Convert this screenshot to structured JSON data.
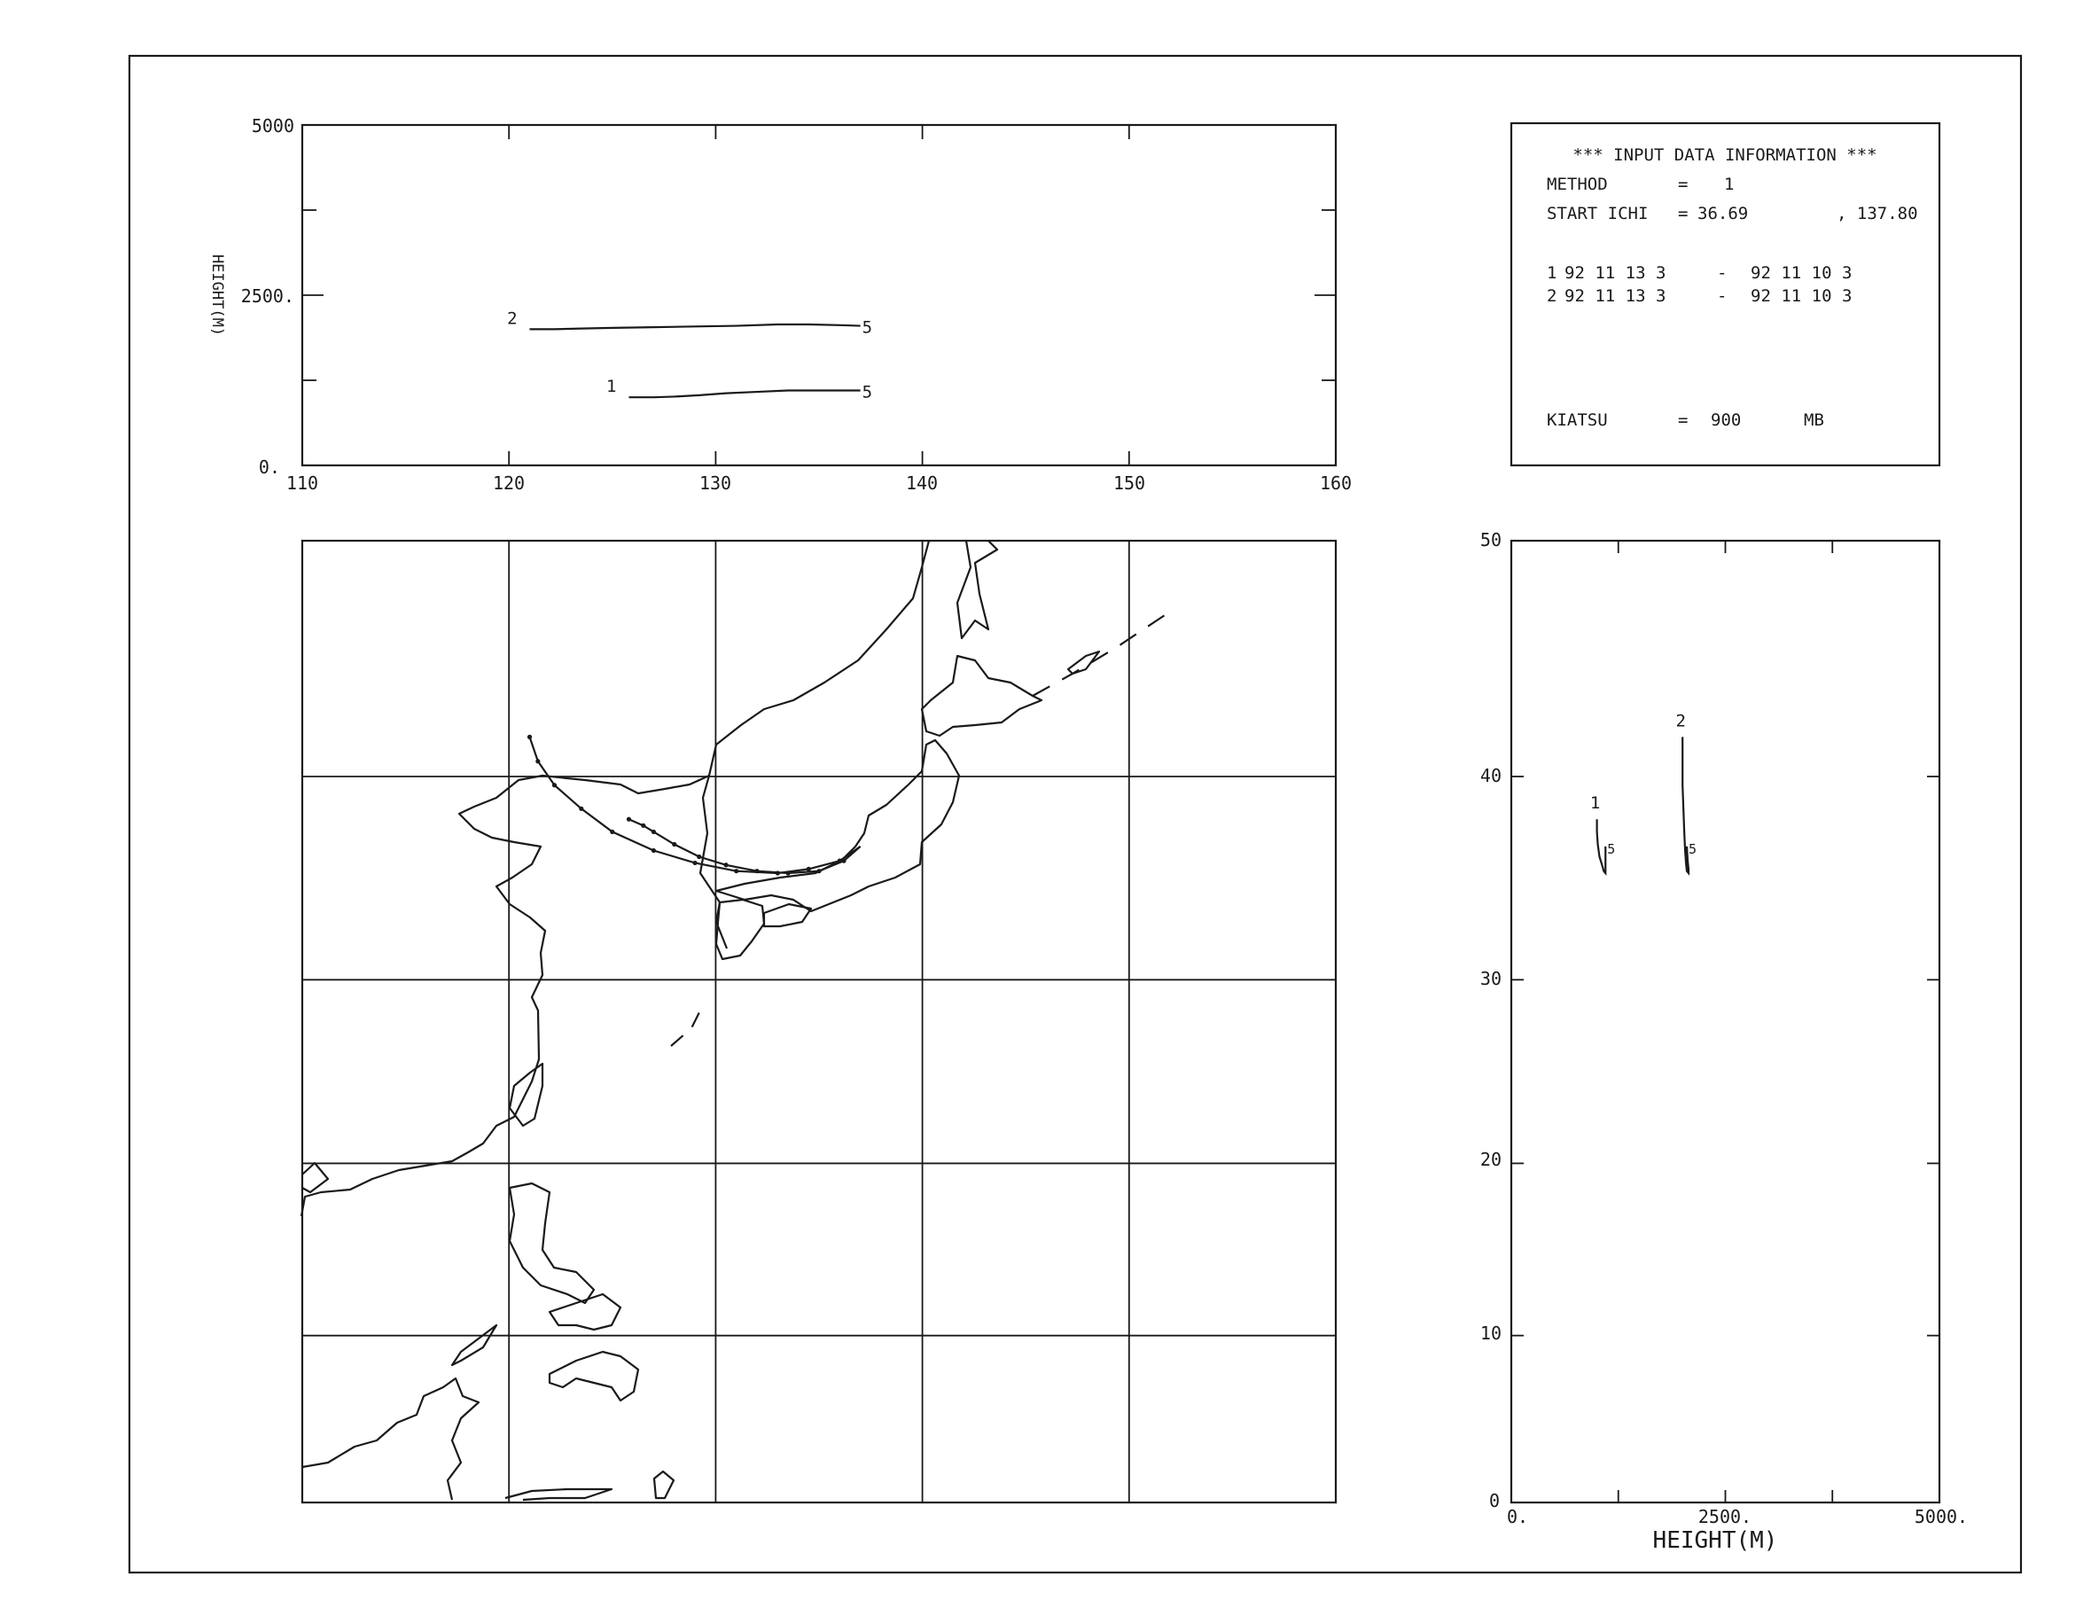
{
  "info": {
    "header": "*** INPUT DATA INFORMATION ***",
    "method_label": "METHOD",
    "method_eq": "=",
    "method_value": "1",
    "start_label": "START ICHI",
    "start_eq": "=",
    "start_lat": "36.69",
    "start_lon": ", 137.80",
    "rows": [
      {
        "id": "1",
        "start": "92 11 13 3",
        "dash": "-",
        "end": "92 11 10 3"
      },
      {
        "id": "2",
        "start": "92 11 13 3",
        "dash": "-",
        "end": "92 11 10 3"
      }
    ],
    "kiatsu_label": "KIATSU",
    "kiatsu_eq": "=",
    "kiatsu_value": "900",
    "kiatsu_unit": "MB"
  },
  "top_chart": {
    "ylabel": "HEIGHT(M)",
    "xticks": [
      "110",
      "120",
      "130",
      "140",
      "150",
      "160"
    ],
    "yticks": [
      "0.",
      "2500.",
      "5000"
    ],
    "xlim": [
      110,
      160
    ],
    "ylim": [
      0,
      5000
    ]
  },
  "side_chart": {
    "xlabel": "HEIGHT(M)",
    "xticks": [
      "0.",
      "2500.",
      "5000."
    ],
    "yticks": [
      "0",
      "10",
      "20",
      "30",
      "40",
      "50"
    ],
    "xlim": [
      0,
      5000
    ],
    "ylim": [
      0,
      50
    ]
  },
  "map": {
    "lon_range": [
      110,
      160
    ],
    "lat_range": [
      0,
      50
    ],
    "meridians": [
      120,
      130,
      140,
      150
    ],
    "parallels": [
      10,
      20,
      30,
      40
    ]
  },
  "chart_data": {
    "type": "line",
    "series": [
      {
        "name": "1",
        "lon": [
          137.0,
          136.2,
          135.0,
          133.5,
          132.0,
          130.5,
          129.2,
          128.0,
          127.0,
          126.5,
          125.8
        ],
        "lat": [
          36.7,
          36.0,
          35.5,
          35.4,
          35.5,
          35.8,
          36.2,
          36.8,
          37.4,
          37.7,
          38.0
        ],
        "height": [
          1100,
          1100,
          1100,
          1100,
          1080,
          1060,
          1030,
          1010,
          1000,
          1000,
          1000
        ]
      },
      {
        "name": "2",
        "lon": [
          137.0,
          136.0,
          134.5,
          133.0,
          131.0,
          129.0,
          127.0,
          125.0,
          123.5,
          122.2,
          121.4,
          121.0
        ],
        "lat": [
          36.7,
          36.0,
          35.6,
          35.4,
          35.5,
          35.9,
          36.5,
          37.4,
          38.5,
          39.6,
          40.7,
          41.8
        ],
        "height": [
          2050,
          2060,
          2070,
          2070,
          2050,
          2040,
          2030,
          2020,
          2010,
          2000,
          2000,
          2000
        ]
      }
    ],
    "marker_labels": {
      "start": "5"
    },
    "axes": {
      "lon": [
        110,
        160
      ],
      "lat": [
        0,
        50
      ],
      "height": [
        0,
        5000
      ]
    }
  }
}
